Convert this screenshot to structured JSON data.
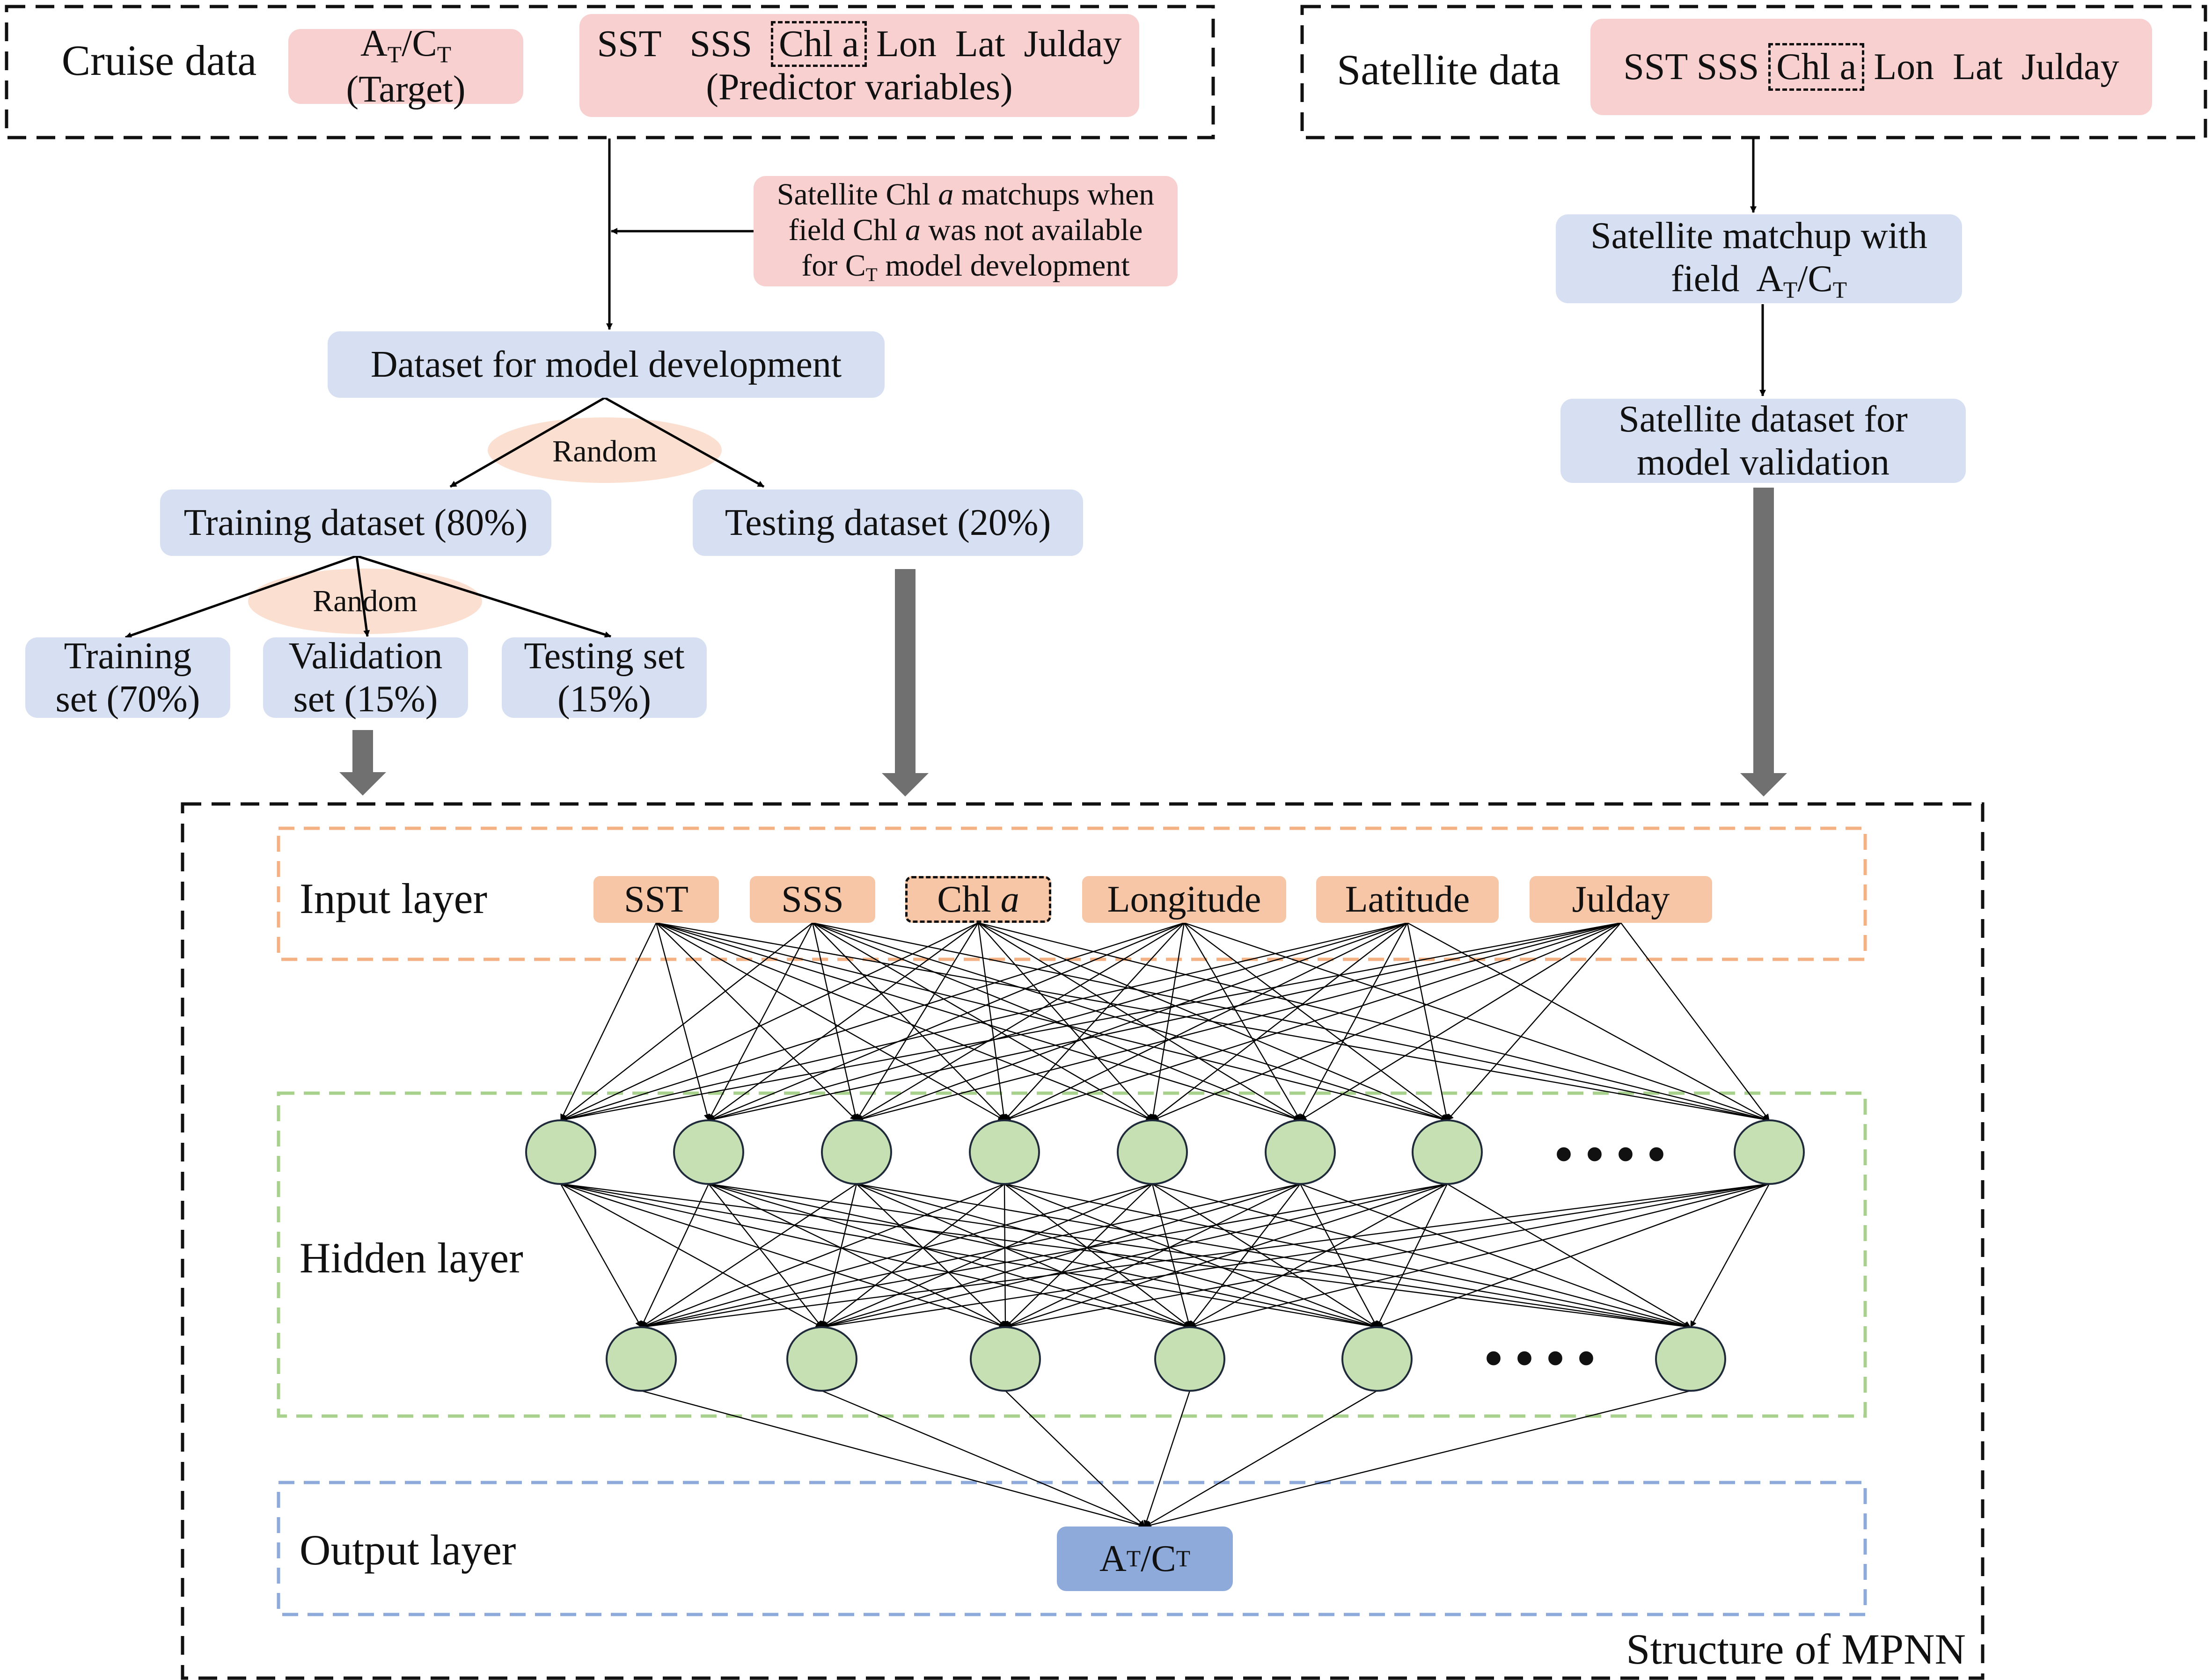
{
  "cruise": {
    "title": "Cruise data",
    "target_main": "A",
    "target_sub1": "T",
    "target_slash": "/C",
    "target_sub2": "T",
    "target_note": "(Target)",
    "var_sst": "SST",
    "var_sss": "SSS",
    "var_chl": "Chl a",
    "var_rest": "Lon  Lat  Julday",
    "predictor_note": "(Predictor variables)"
  },
  "satellite": {
    "title": "Satellite data",
    "var_sst_sss": "SST SSS",
    "var_chl": "Chl a",
    "var_rest": "Lon  Lat  Julday",
    "matchup_line1": "Satellite matchup with",
    "matchup_line2_pre": "field  A",
    "matchup_sub1": "T",
    "matchup_slash": "/C",
    "matchup_sub2": "T",
    "validation_line1": "Satellite dataset for",
    "validation_line2": "model validation"
  },
  "note": {
    "line1_pre": "Satellite Chl ",
    "line1_it": "a",
    "line1_post": " matchups when",
    "line2_pre": "field Chl ",
    "line2_it": "a",
    "line2_post": " was not available",
    "line3_pre": "for C",
    "line3_sub": "T",
    "line3_post": " model development"
  },
  "flow": {
    "dataset": "Dataset for model development",
    "random1": "Random",
    "training_dataset": "Training dataset (80%)",
    "testing_dataset": "Testing dataset (20%)",
    "random2": "Random",
    "training_set_l1": "Training",
    "training_set_l2": "set (70%)",
    "validation_set_l1": "Validation",
    "validation_set_l2": "set (15%)",
    "testing_set_l1": "Testing set",
    "testing_set_l2": "(15%)"
  },
  "mpnn": {
    "caption": "Structure of MPNN",
    "input_layer": "Input layer",
    "hidden_layer": "Hidden layer",
    "output_layer": "Output layer",
    "inputs": {
      "sst": "SST",
      "sss": "SSS",
      "chl_pre": "Chl ",
      "chl_it": "a",
      "longitude": "Longitude",
      "latitude": "Latitude",
      "julday": "Julday"
    },
    "ellipsis_row1": "• • • •",
    "ellipsis_row2": "• • • •",
    "output_main": "A",
    "output_sub1": "T",
    "output_slash": "/C",
    "output_sub2": "T"
  },
  "colors": {
    "pink": "#f8d0d0",
    "light_blue": "#d7e0f2",
    "peach": "#f7c6a6",
    "peach_ellipse": "#fbdfd0",
    "node_green": "#c6e0b4",
    "output_blue": "#8eaadb",
    "input_dash": "#f4b183",
    "hidden_dash": "#a9d18e",
    "output_dash": "#8eaadb",
    "big_arrow": "#707070"
  }
}
